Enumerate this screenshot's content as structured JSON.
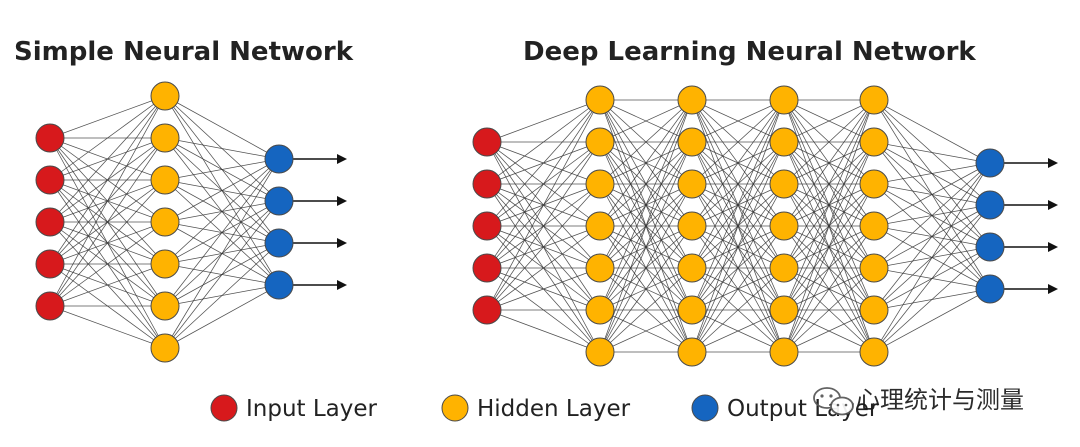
{
  "titles": {
    "simple": "Simple Neural Network",
    "deep": "Deep Learning Neural Network"
  },
  "legend": {
    "input": "Input Layer",
    "hidden": "Hidden Layer",
    "output": "Output Layer"
  },
  "colors": {
    "input": "#d7191c",
    "hidden": "#ffb300",
    "output": "#1565c0"
  },
  "networks": [
    {
      "name": "simple",
      "layers": [
        5,
        7,
        4
      ]
    },
    {
      "name": "deep",
      "layers": [
        5,
        7,
        7,
        7,
        7,
        4
      ]
    }
  ],
  "watermark": {
    "icon": "wechat-icon",
    "text": "心理统计与测量"
  }
}
